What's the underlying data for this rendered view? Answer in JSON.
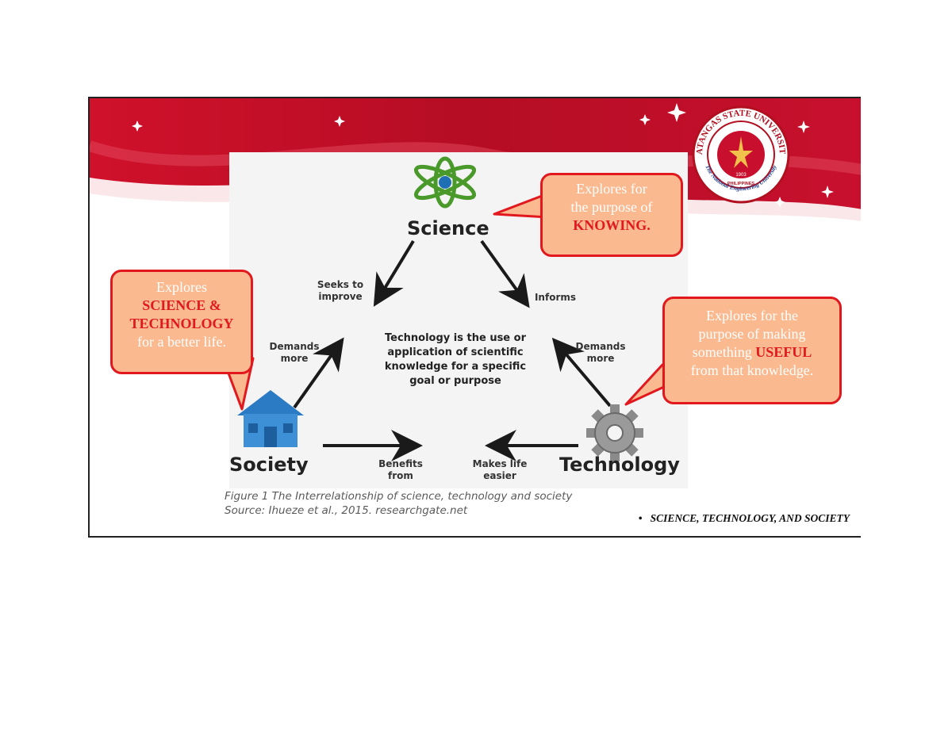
{
  "diagram": {
    "nodes": {
      "science": "Science",
      "society": "Society",
      "technology": "Technology"
    },
    "edges": {
      "seeks_to_improve": [
        "Seeks to",
        "improve"
      ],
      "informs": "Informs",
      "demands_more_left": [
        "Demands",
        "more"
      ],
      "demands_more_right": [
        "Demands",
        "more"
      ],
      "benefits_from": [
        "Benefits",
        "from"
      ],
      "makes_life_easier": [
        "Makes life",
        "easier"
      ]
    },
    "center_text": [
      "Technology is the use or",
      "application of scientific",
      "knowledge for a specific",
      "goal or purpose"
    ],
    "caption": {
      "title": "Figure 1 The Interrelationship of science, technology and society",
      "source": "Source: Ihueze et al., 2015. researchgate.net"
    }
  },
  "callouts": {
    "science": {
      "line1": "Explores for",
      "line2": "the purpose of",
      "highlight": "KNOWING."
    },
    "society": {
      "line1": "Explores",
      "highlight1": "SCIENCE &",
      "highlight2": "TECHNOLOGY",
      "line2": "for a better life."
    },
    "technology": {
      "line1": "Explores for the",
      "line2": "purpose of making",
      "line3_pre": "something ",
      "highlight": "USEFUL",
      "line4": "from that knowledge."
    }
  },
  "logo": {
    "ring_text": "BATANGAS STATE UNIVERSITY",
    "motto": "The National Engineering University",
    "year": "1903",
    "country": "PHILIPPINES"
  },
  "footer": {
    "bullet": "•",
    "text": "SCIENCE, TECHNOLOGY, AND SOCIETY"
  },
  "colors": {
    "banner_red": "#c8102e",
    "callout_fill": "#fbb98f",
    "callout_border": "#e1191f",
    "highlight_red": "#e1191f"
  },
  "icons": [
    "atom-icon",
    "house-icon",
    "gear-icon",
    "sparkle-icon"
  ]
}
